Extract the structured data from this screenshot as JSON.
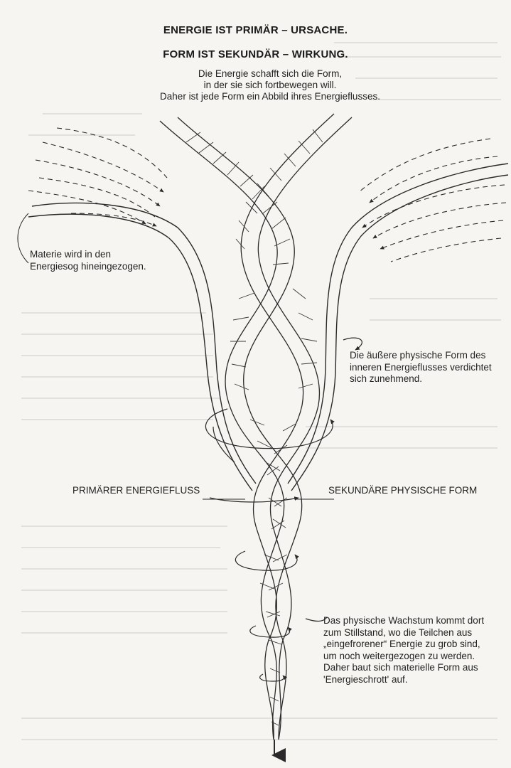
{
  "headings": {
    "line1": "ENERGIE IST PRIMÄR – URSACHE.",
    "line2": "FORM IST SEKUNDÄR – WIRKUNG."
  },
  "intro": "Die Energie schafft sich die Form,\nin der sie sich fortbewegen will.\nDaher ist jede Form ein Abbild ihres Energieflusses.",
  "annotations": {
    "matter": "Materie wird in den\nEnergiesog hineingezogen.",
    "outer_form": "Die äußere physische Form des\ninneren Energieflusses verdichtet\nsich zunehmend.",
    "primary_flow": "PRIMÄRER ENERGIEFLUSS",
    "secondary_form": "SEKUNDÄRE PHYSISCHE FORM",
    "growth": "Das physische Wachstum kommt dort\nzum Stillstand, wo die Teilchen aus\n„eingefrorener“ Energie zu grob sind,\num noch weitergezogen zu werden.\nDaher baut sich materielle Form aus\n'Energieschrott' auf."
  },
  "colors": {
    "ink": "#2a2a2a",
    "paper": "#f6f5f1"
  }
}
